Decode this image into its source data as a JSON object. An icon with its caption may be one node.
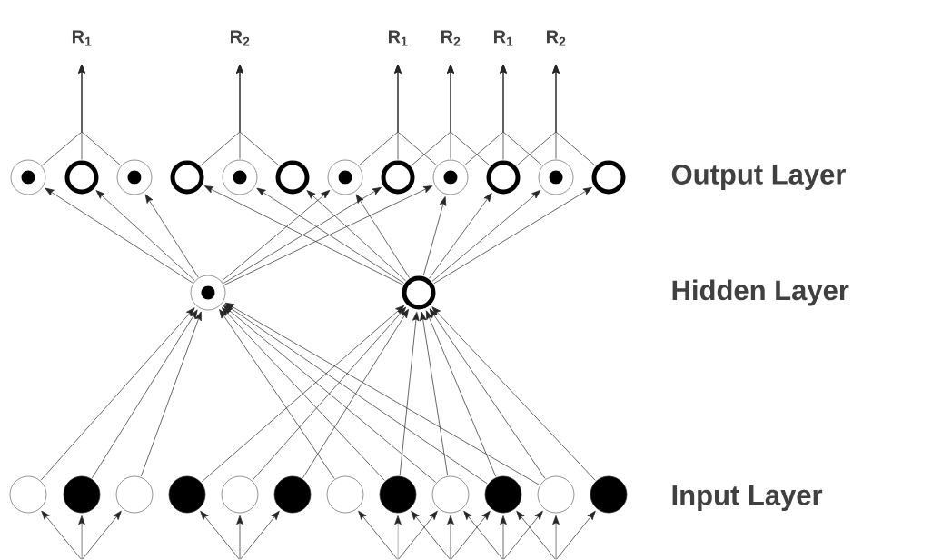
{
  "diagram": {
    "nodes": [
      {
        "text": [
          "R$_{1}$"
        ]
      },
      {
        "text": [
          "R$_{2}$"
        ]
      },
      {
        "text": [
          "R$_{1}$"
        ]
      },
      {
        "text": [
          "R$_{2}$"
        ]
      },
      {
        "text": [
          "R$_{1}$"
        ]
      },
      {
        "text": [
          "R$_{2}$"
        ]
      },
      {
        "text": [],
        "shape": "circle"
      },
      {
        "text": [],
        "shape": "circle"
      },
      {
        "text": [],
        "shape": "circle"
      },
      {
        "text": [],
        "shape": "circle"
      },
      {
        "text": [],
        "shape": "circle"
      },
      {
        "text": [],
        "shape": "circle"
      },
      {
        "text": [],
        "shape": "circle"
      },
      {
        "text": [],
        "shape": "circle"
      },
      {
        "text": [],
        "shape": "circle"
      },
      {
        "text": [],
        "shape": "circle"
      },
      {
        "text": [],
        "shape": "circle"
      },
      {
        "text": [],
        "shape": "circle"
      },
      {
        "text": [],
        "shape": "circle"
      },
      {
        "text": [],
        "shape": "circle"
      },
      {
        "text": [],
        "shape": "circle"
      },
      {
        "text": [],
        "shape": "circle"
      },
      {
        "text": [],
        "shape": "circle"
      },
      {
        "text": [],
        "shape": "circle"
      },
      {
        "text": [],
        "shape": "circle"
      },
      {
        "text": [],
        "shape": "circle"
      },
      {
        "text": [],
        "shape": "circle"
      },
      {
        "text": [],
        "shape": "circle"
      },
      {
        "text": [],
        "shape": "circle"
      },
      {
        "text": [],
        "shape": "circle"
      },
      {
        "text": [],
        "shape": "circle"
      },
      {
        "text": [],
        "shape": "circle"
      }
    ],
    "edges": [
      {
        "from": null,
        "to": 20,
        "arrow": "to"
      },
      {
        "from": null,
        "to": 21,
        "arrow": "to"
      },
      {
        "from": null,
        "to": 22,
        "arrow": "to"
      },
      {
        "from": null,
        "to": 23,
        "arrow": "to"
      },
      {
        "from": null,
        "to": 24,
        "arrow": "to"
      },
      {
        "from": null,
        "to": 25,
        "arrow": "to"
      },
      {
        "from": null,
        "to": 26,
        "arrow": "to"
      },
      {
        "from": null,
        "to": 27,
        "arrow": "to"
      },
      {
        "from": null,
        "to": 28,
        "arrow": "to"
      },
      {
        "from": null,
        "to": 27,
        "arrow": "to"
      },
      {
        "from": null,
        "to": 28,
        "arrow": "to"
      },
      {
        "from": null,
        "to": 29,
        "arrow": "to"
      },
      {
        "from": null,
        "to": 28,
        "arrow": "to"
      },
      {
        "from": null,
        "to": 29,
        "arrow": "to"
      },
      {
        "from": null,
        "to": 30,
        "arrow": "to"
      },
      {
        "from": null,
        "to": 29,
        "arrow": "to"
      },
      {
        "from": null,
        "to": 30,
        "arrow": "to"
      },
      {
        "from": null,
        "to": 31,
        "arrow": "to"
      },
      {
        "from": 20,
        "to": 18,
        "arrow": "to"
      },
      {
        "from": 21,
        "to": 18,
        "arrow": "to"
      },
      {
        "from": 22,
        "to": 18,
        "arrow": "to"
      },
      {
        "from": 26,
        "to": 18,
        "arrow": "to"
      },
      {
        "from": 27,
        "to": 18,
        "arrow": "to"
      },
      {
        "from": 28,
        "to": 18,
        "arrow": "to"
      },
      {
        "from": 29,
        "to": 18,
        "arrow": "to"
      },
      {
        "from": 30,
        "to": 18,
        "arrow": "to"
      },
      {
        "from": 23,
        "to": 19,
        "arrow": "to"
      },
      {
        "from": 24,
        "to": 19,
        "arrow": "to"
      },
      {
        "from": 25,
        "to": 19,
        "arrow": "to"
      },
      {
        "from": 27,
        "to": 19,
        "arrow": "to"
      },
      {
        "from": 28,
        "to": 19,
        "arrow": "to"
      },
      {
        "from": 29,
        "to": 19,
        "arrow": "to"
      },
      {
        "from": 30,
        "to": 19,
        "arrow": "to"
      },
      {
        "from": 31,
        "to": 19,
        "arrow": "to"
      },
      {
        "from": 18,
        "to": 6,
        "arrow": "to"
      },
      {
        "from": 18,
        "to": 7,
        "arrow": "to"
      },
      {
        "from": 18,
        "to": 8,
        "arrow": "to"
      },
      {
        "from": 18,
        "to": 12,
        "arrow": "to"
      },
      {
        "from": 18,
        "to": 13,
        "arrow": "to"
      },
      {
        "from": 18,
        "to": 14,
        "arrow": "to"
      },
      {
        "from": 19,
        "to": 9,
        "arrow": "to"
      },
      {
        "from": 19,
        "to": 10,
        "arrow": "to"
      },
      {
        "from": 19,
        "to": 11,
        "arrow": "to"
      },
      {
        "from": 19,
        "to": 12,
        "arrow": "to"
      },
      {
        "from": 19,
        "to": 14,
        "arrow": "to"
      },
      {
        "from": 19,
        "to": 15,
        "arrow": "to"
      },
      {
        "from": 19,
        "to": 16,
        "arrow": "to"
      },
      {
        "from": 19,
        "to": 17,
        "arrow": "to"
      },
      {
        "from": 6,
        "to": 0,
        "arrow": "to"
      },
      {
        "from": 7,
        "to": 0,
        "arrow": "to"
      },
      {
        "from": 8,
        "to": 0,
        "arrow": "to"
      },
      {
        "from": 9,
        "to": 1,
        "arrow": "to"
      },
      {
        "from": 10,
        "to": 1,
        "arrow": "to"
      },
      {
        "from": 11,
        "to": 1,
        "arrow": "to"
      },
      {
        "from": 12,
        "to": 2,
        "arrow": "to"
      },
      {
        "from": 13,
        "to": 2,
        "arrow": "to"
      },
      {
        "from": 14,
        "to": 2,
        "arrow": "to"
      },
      {
        "from": 13,
        "to": 3,
        "arrow": "to"
      },
      {
        "from": 14,
        "to": 3,
        "arrow": "to"
      },
      {
        "from": 15,
        "to": 3,
        "arrow": "to"
      },
      {
        "from": 14,
        "to": 4,
        "arrow": "to"
      },
      {
        "from": 15,
        "to": 4,
        "arrow": "to"
      },
      {
        "from": 16,
        "to": 4,
        "arrow": "to"
      },
      {
        "from": 15,
        "to": 5,
        "arrow": "to"
      },
      {
        "from": 16,
        "to": 5,
        "arrow": "to"
      },
      {
        "from": 17,
        "to": 5,
        "arrow": "to"
      }
    ],
    "labels": [
      "Output Layer",
      "Hidden Layer",
      "Input Layer"
    ]
  }
}
